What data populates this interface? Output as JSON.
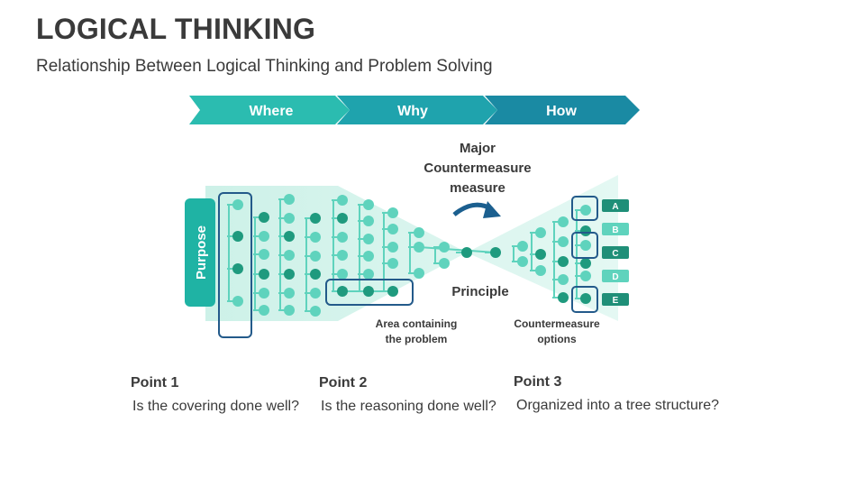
{
  "header": {
    "title": "LOGICAL THINKING",
    "subtitle": "Relationship Between Logical Thinking and Problem Solving"
  },
  "arrows": [
    {
      "label": "Where",
      "color": "#2bbcb0"
    },
    {
      "label": "Why",
      "color": "#1fa3ad"
    },
    {
      "label": "How",
      "color": "#1a8aa3"
    }
  ],
  "diagram": {
    "purpose_label": "Purpose",
    "major_label_lines": [
      "Major",
      "Countermeasure",
      "measure"
    ],
    "principle_label": "Principle",
    "area_label_lines": [
      "Area containing",
      "the problem"
    ],
    "options_label_lines": [
      "Countermeasure",
      "options"
    ],
    "badges": [
      "A",
      "B",
      "C",
      "D",
      "E"
    ],
    "colors": {
      "light": "#5fd3bd",
      "dark": "#1f9a7e",
      "bg": "#d9f5ef",
      "box": "#235a8a",
      "purpose": "#1fb3a4",
      "badge": "#1f8f78"
    }
  },
  "points": [
    {
      "title": "Point 1",
      "text": "Is the covering done well?"
    },
    {
      "title": "Point 2",
      "text": "Is the reasoning done well?"
    },
    {
      "title": "Point 3",
      "text": "Organized into a tree structure?"
    }
  ]
}
